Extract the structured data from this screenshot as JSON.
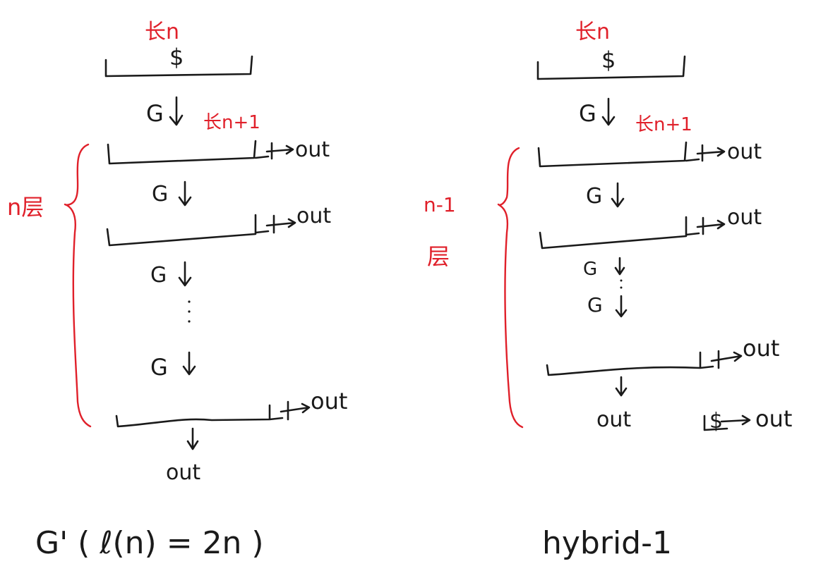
{
  "colors": {
    "ink": "#1a1a1a",
    "annotation": "#e0202a",
    "background": "#ffffff"
  },
  "left": {
    "seed_length": "长n",
    "seed_symbol": "$",
    "g1": "G",
    "output_length": "长n+1",
    "layer_count": "n层",
    "g2": "G",
    "g3": "G",
    "g4": "G",
    "out1": "out",
    "out2": "out",
    "out3": "out",
    "out_bottom": "out",
    "caption": "G' ( ℓ(n) = 2n )"
  },
  "right": {
    "seed_length": "长n",
    "seed_symbol": "$",
    "g1": "G",
    "output_length": "长n+1",
    "layer_count_1": "n-1",
    "layer_count_2": "层",
    "g2": "G",
    "g3": "G",
    "g4": "G",
    "out1": "out",
    "out2": "out",
    "out3": "out",
    "out_bottom": "out",
    "random_symbol": "$",
    "random_out": "out",
    "caption": "hybrid-1"
  }
}
